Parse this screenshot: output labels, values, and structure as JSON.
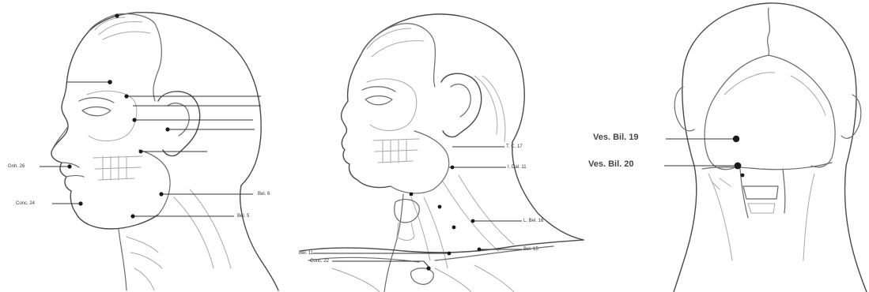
{
  "panels": {
    "front_face": {
      "labels": {
        "gb": "Gnh. 26",
        "conc": "Conc. 24",
        "bl6_upper": "Bel. 6",
        "bl6_lower": "Bel. 5"
      }
    },
    "side_neck": {
      "labels": {
        "tc": "T. C. 17",
        "ida": "I. Dal. 11",
        "lbel": "L. Bel. 16",
        "bel15": "Bel. 15",
        "bel11": "Bel. 11",
        "conc22": "Conc. 22"
      }
    },
    "back_head": {
      "labels": {
        "ves19": "Ves. Bil. 19",
        "ves20": "Ves. Bil. 20"
      }
    }
  },
  "colors": {
    "ink": "#6a6a6a",
    "point": "#1a1a1a",
    "background": "#ffffff"
  }
}
